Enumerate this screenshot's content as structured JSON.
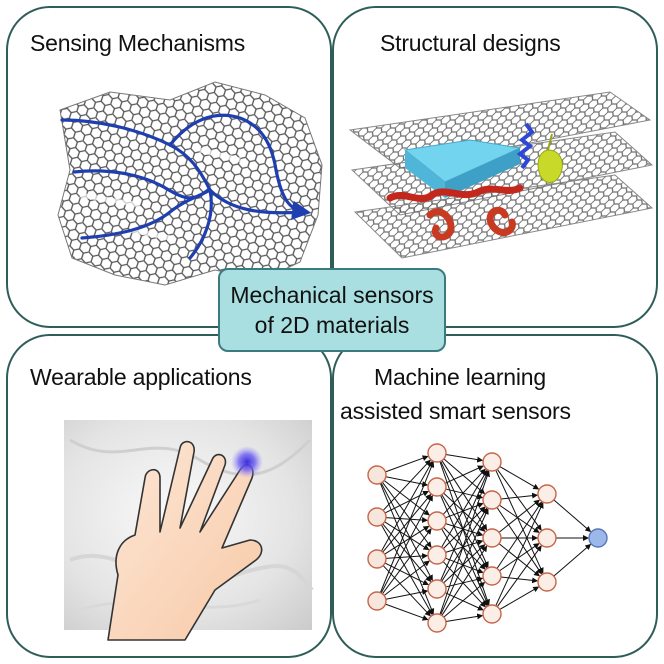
{
  "center": {
    "line1": "Mechanical sensors",
    "line2": "of 2D materials"
  },
  "panels": {
    "top_left": {
      "title": "Sensing Mechanisms",
      "icon": "graphene-crack-network"
    },
    "top_right": {
      "title": "Structural designs",
      "icon": "layered-graphene-structures"
    },
    "bottom_left": {
      "title": "Wearable applications",
      "icon": "hand-on-fabric"
    },
    "bottom_right": {
      "title_line1": "Machine learning",
      "title_line2": "assisted smart sensors",
      "icon": "neural-network"
    }
  },
  "colors": {
    "border": "#2f5d58",
    "center_fill": "#a9dfe0",
    "crack_path": "#1f3fb0",
    "input_nodes": "#f6e6dc",
    "output_node": "#9bb8e8"
  },
  "neural_network": {
    "layers": [
      4,
      6,
      5,
      3,
      1
    ]
  }
}
